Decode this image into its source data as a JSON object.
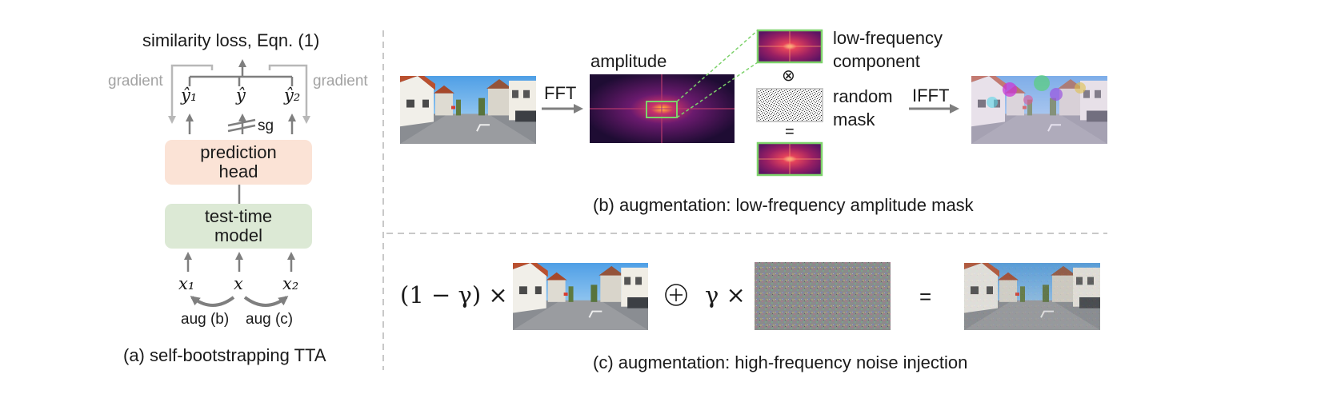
{
  "panel_a": {
    "loss_label": "similarity loss, Eqn. (1)",
    "gradient_left": "gradient",
    "gradient_right": "gradient",
    "y1": "ŷ₁",
    "y": "ŷ",
    "y2": "ŷ₂",
    "sg": "sg",
    "head_line1": "prediction",
    "head_line2": "head",
    "model_line1": "test-time",
    "model_line2": "model",
    "x1": "x₁",
    "x": "x",
    "x2": "x₂",
    "aug_b": "aug (b)",
    "aug_c": "aug (c)",
    "caption": "(a) self-bootstrapping TTA"
  },
  "panel_b": {
    "fft": "FFT",
    "amplitude": "amplitude",
    "lowfreq_line1": "low-frequency",
    "lowfreq_line2": "component",
    "otimes": "⊗",
    "random_line1": "random",
    "random_line2": "mask",
    "equals": "=",
    "ifft": "IFFT",
    "caption": "(b) augmentation: low-frequency amplitude mask"
  },
  "panel_c": {
    "term1": "(1 − γ) ×",
    "oplus": "⊕",
    "term2": "γ ×",
    "equals": "=",
    "caption": "(c) augmentation: high-frequency noise injection"
  },
  "colors": {
    "prediction_head": "#fbe3d6",
    "test_time_model": "#dce9d5",
    "highlight_box": "#7dd26b",
    "arrow_grey": "#7f7f7f",
    "gradient_grey": "#b5b5b5",
    "divider": "#c8c8c8"
  }
}
